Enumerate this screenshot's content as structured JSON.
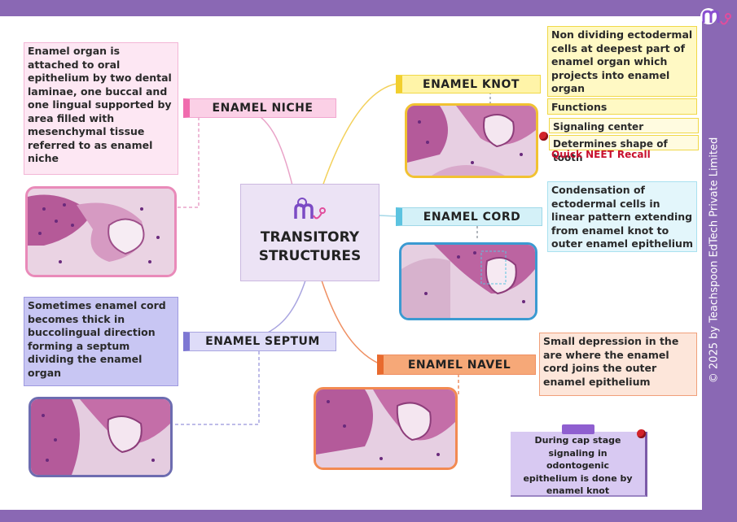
{
  "center": {
    "title_line1": "TRANSITORY",
    "title_line2": "STRUCTURES"
  },
  "nodes": {
    "niche": {
      "label": "ENAMEL NICHE",
      "desc": "Enamel organ is attached to oral epithelium by two dental laminae, one buccal and one lingual supported by area filled with mesenchymal tissue referred to as enamel niche"
    },
    "knot": {
      "label": "ENAMEL KNOT",
      "desc": "Non dividing ectodermal cells at deepest part of enamel organ which projects into enamel organ",
      "functions_label": "Functions",
      "function1": "Signaling center",
      "function2": "Determines shape of tooth",
      "recall": "Quick NEET Recall"
    },
    "cord": {
      "label": "ENAMEL CORD",
      "desc": "Condensation of ectodermal cells in linear pattern extending from enamel knot to outer enamel epithelium"
    },
    "septum": {
      "label": "ENAMEL SEPTUM",
      "desc": "Sometimes enamel cord becomes thick in buccolingual direction forming a septum dividing the enamel organ"
    },
    "navel": {
      "label": "ENAMEL NAVEL",
      "desc": "Small depression in the are where the enamel cord joins the outer enamel epithelium"
    }
  },
  "recall_card": {
    "text": "During cap stage signaling in odontogenic epithelium is done by enamel knot"
  },
  "copyright": "© 2025 by Teachspoon EdTech Private Limited",
  "colors": {
    "border_purple": "#8a68b4",
    "niche": "#f2a6cf",
    "knot": "#f5dc4a",
    "cord": "#a9e1ef",
    "septum": "#b7b2ec",
    "navel": "#f08a54"
  }
}
